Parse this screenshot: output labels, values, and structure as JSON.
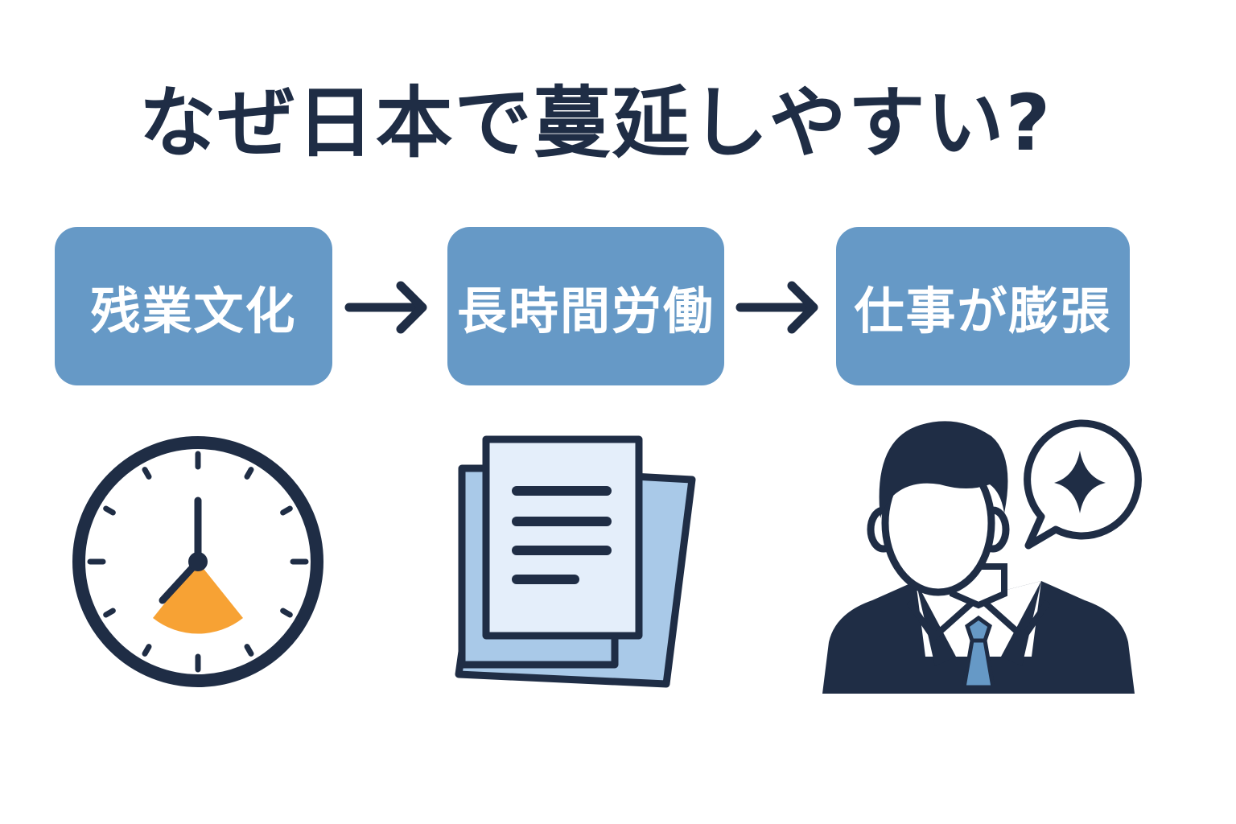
{
  "title": "なぜ日本で蔓延しやすい?",
  "steps": [
    {
      "label": "残業文化",
      "icon": "clock-icon"
    },
    {
      "label": "長時間労働",
      "icon": "documents-icon"
    },
    {
      "label": "仕事が膨張",
      "icon": "person-speech-icon"
    }
  ],
  "connectors": [
    "arrow-right-icon",
    "arrow-right-icon"
  ],
  "colors": {
    "dark_navy": "#1f2d45",
    "box_blue": "#6699c6",
    "light_blue": "#a9c9e8",
    "pale_blue": "#e4eefa",
    "orange": "#f7a234",
    "white": "#ffffff"
  }
}
